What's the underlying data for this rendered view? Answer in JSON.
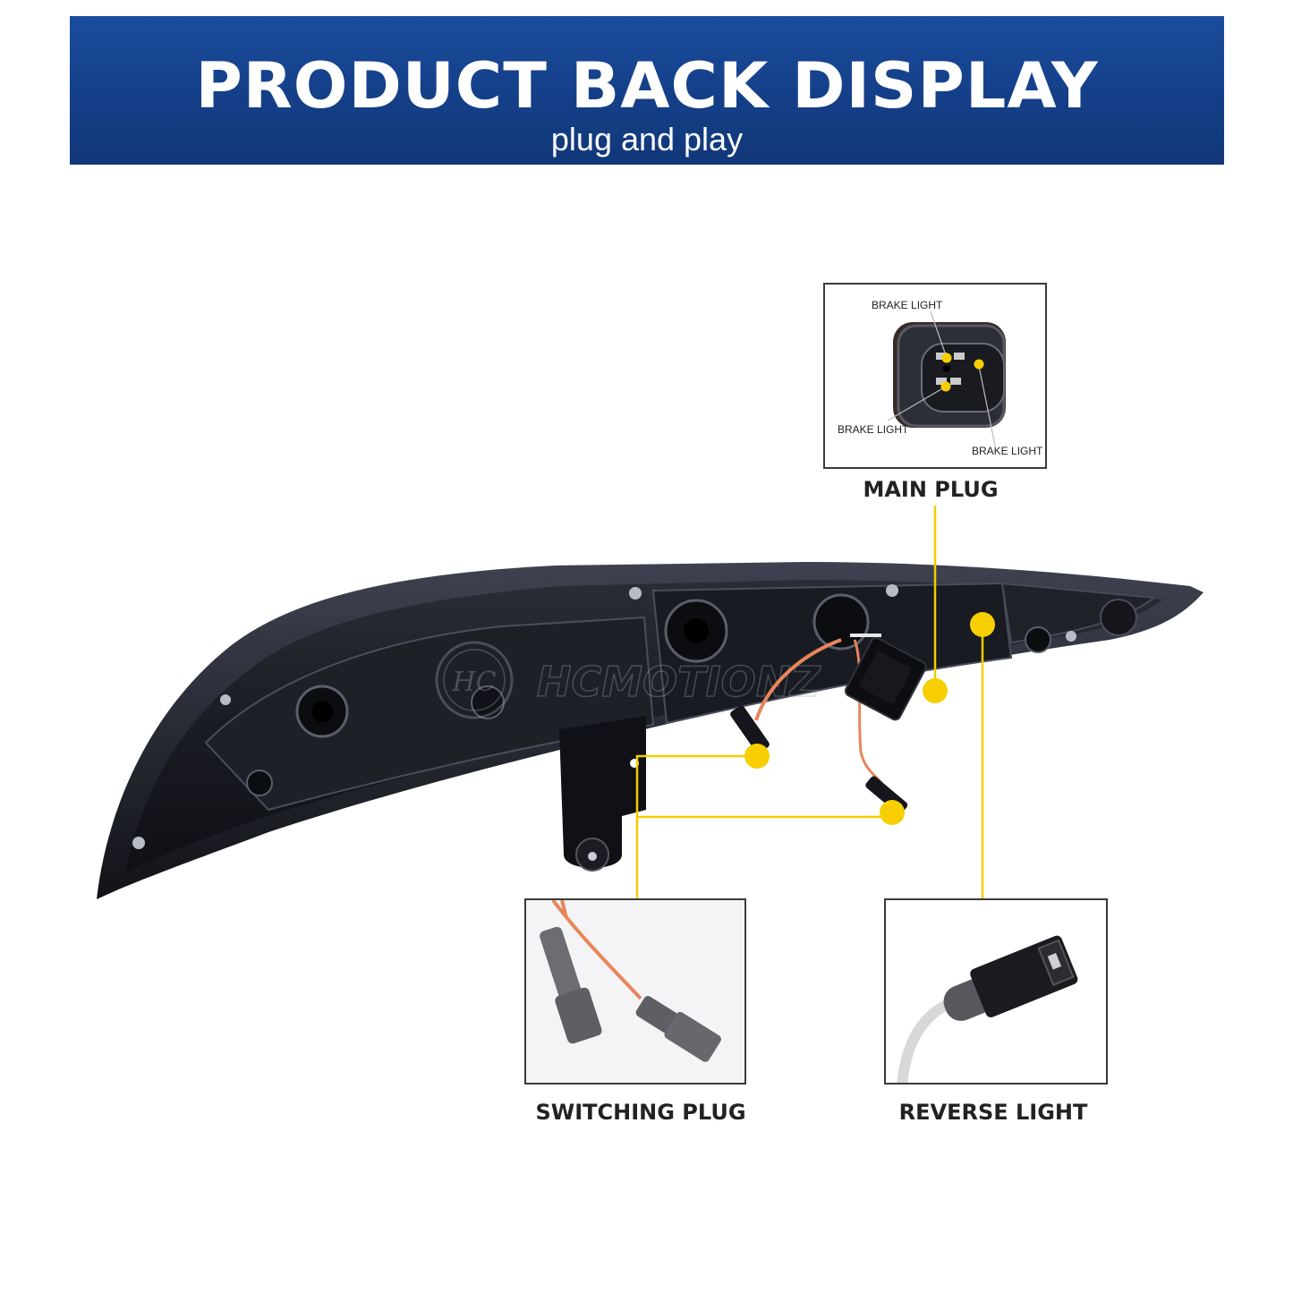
{
  "banner": {
    "title": "PRODUCT BACK DISPLAY",
    "subtitle": "plug and play",
    "colors": {
      "top": "#1a4c9c",
      "bottom": "#113778",
      "text": "#ffffff"
    }
  },
  "product": {
    "name": "tail light housing (rear view)",
    "watermark": "HCMOTIONZ",
    "watermark_logo": "HC"
  },
  "callouts": [
    {
      "id": "main-plug",
      "caption": "MAIN PLUG",
      "pin_labels": [
        "BRAKE LIGHT",
        "BRAKE LIGHT",
        "BRAKE LIGHT"
      ]
    },
    {
      "id": "switching-plug",
      "caption": "SWITCHING PLUG"
    },
    {
      "id": "reverse-light",
      "caption": "REVERSE LIGHT"
    }
  ],
  "colors": {
    "accent_yellow": "#f7cf00",
    "leader_line": "#f2cc00",
    "caption_text": "#222222",
    "frame": "#3a3a3a",
    "housing": "#1b1d24",
    "wire_orange": "#e8865a"
  }
}
